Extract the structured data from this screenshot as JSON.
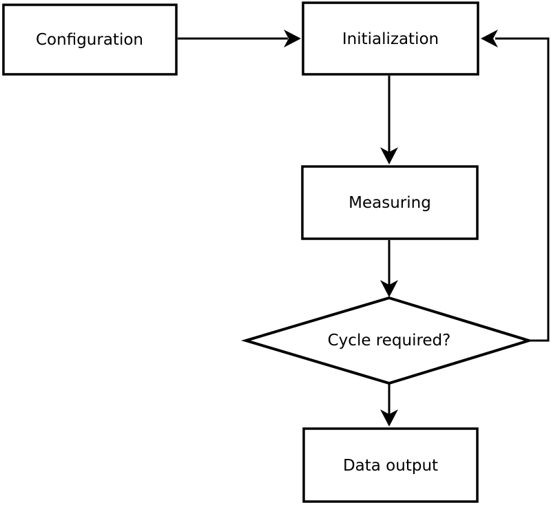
{
  "diagram": {
    "type": "flowchart",
    "background_color": "#ffffff",
    "stroke_color": "#000000",
    "text_color": "#000000",
    "nodes": [
      {
        "id": "configuration",
        "shape": "rectangle",
        "label": "Configuration"
      },
      {
        "id": "initialization",
        "shape": "rectangle",
        "label": "Initialization"
      },
      {
        "id": "measuring",
        "shape": "rectangle",
        "label": "Measuring"
      },
      {
        "id": "cycle-required",
        "shape": "diamond",
        "label": "Cycle required?"
      },
      {
        "id": "data-output",
        "shape": "rectangle",
        "label": "Data output"
      }
    ],
    "edges": [
      {
        "from": "configuration",
        "to": "initialization",
        "direction": "right"
      },
      {
        "from": "initialization",
        "to": "measuring",
        "direction": "down"
      },
      {
        "from": "measuring",
        "to": "cycle-required",
        "direction": "down"
      },
      {
        "from": "cycle-required",
        "to": "data-output",
        "direction": "down"
      },
      {
        "from": "cycle-required",
        "to": "initialization",
        "direction": "loop-back-right-up"
      }
    ]
  }
}
